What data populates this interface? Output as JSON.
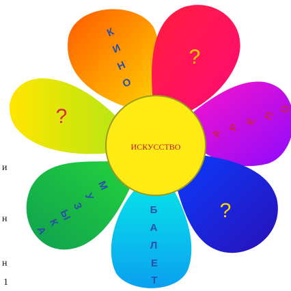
{
  "flower": {
    "center_label": "ИСКУССТВО",
    "petals": [
      {
        "name": "orange",
        "kind": "word",
        "letters": [
          "К",
          "И",
          "Н",
          "О"
        ],
        "colors": [
          "#ff5a00",
          "#ffd200"
        ]
      },
      {
        "name": "red",
        "kind": "question",
        "text": "?",
        "text_color": "#ffd200",
        "colors": [
          "#ff1e3c",
          "#ff0a78"
        ]
      },
      {
        "name": "magenta",
        "kind": "word",
        "letters": [
          "О",
          "П",
          "Е",
          "Р",
          "А"
        ],
        "letter_color": "#cc1f4a",
        "colors": [
          "#ff14c8",
          "#8c0aff"
        ]
      },
      {
        "name": "blue",
        "kind": "question",
        "text": "?",
        "text_color": "#ffd200",
        "colors": [
          "#0a3cff",
          "#2a10b8"
        ]
      },
      {
        "name": "cyan",
        "kind": "word",
        "letters": [
          "Б",
          "А",
          "Л",
          "Е",
          "Т"
        ],
        "colors": [
          "#08e2e8",
          "#0aa0f0"
        ]
      },
      {
        "name": "green",
        "kind": "word",
        "letters": [
          "М",
          "У",
          "З",
          "Ы",
          "К",
          "А"
        ],
        "colors": [
          "#23d23c",
          "#0fa050"
        ]
      },
      {
        "name": "yellow-green",
        "kind": "question",
        "text": "?",
        "text_color": "#d8283c",
        "colors": [
          "#b4e614",
          "#ffe600"
        ]
      }
    ],
    "center_color": "#ffeb14",
    "center_stroke": "#9b9b20"
  },
  "background_text": [
    "и",
    "н",
    "н",
    "1"
  ]
}
